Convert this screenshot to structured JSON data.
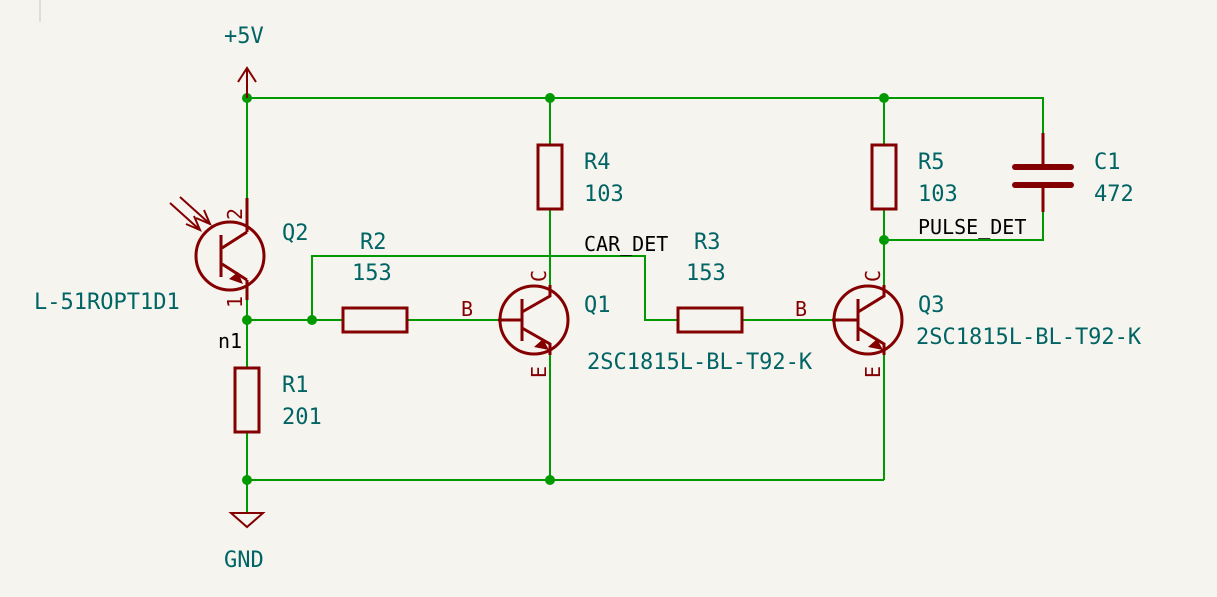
{
  "schematic": {
    "power": {
      "vcc": "+5V",
      "gnd": "GND"
    },
    "components": {
      "Q2": {
        "ref": "Q2",
        "value": "L-51ROPT1D1",
        "pin_top": "2",
        "pin_bottom": "1"
      },
      "Q1": {
        "ref": "Q1",
        "value": "2SC1815L-BL-T92-K",
        "pin_b": "B",
        "pin_c": "C",
        "pin_e": "E"
      },
      "Q3": {
        "ref": "Q3",
        "value": "2SC1815L-BL-T92-K",
        "pin_b": "B",
        "pin_c": "C",
        "pin_e": "E"
      },
      "R1": {
        "ref": "R1",
        "value": "201"
      },
      "R2": {
        "ref": "R2",
        "value": "153"
      },
      "R3": {
        "ref": "R3",
        "value": "153"
      },
      "R4": {
        "ref": "R4",
        "value": "103"
      },
      "R5": {
        "ref": "R5",
        "value": "103"
      },
      "C1": {
        "ref": "C1",
        "value": "472"
      }
    },
    "nets": {
      "n1": "n1",
      "car_det": "CAR_DET",
      "pulse_det": "PULSE_DET"
    },
    "colors": {
      "wire": "#009a00",
      "symbol": "#840000",
      "text": "#006464",
      "background": "#f5f4ef"
    }
  }
}
